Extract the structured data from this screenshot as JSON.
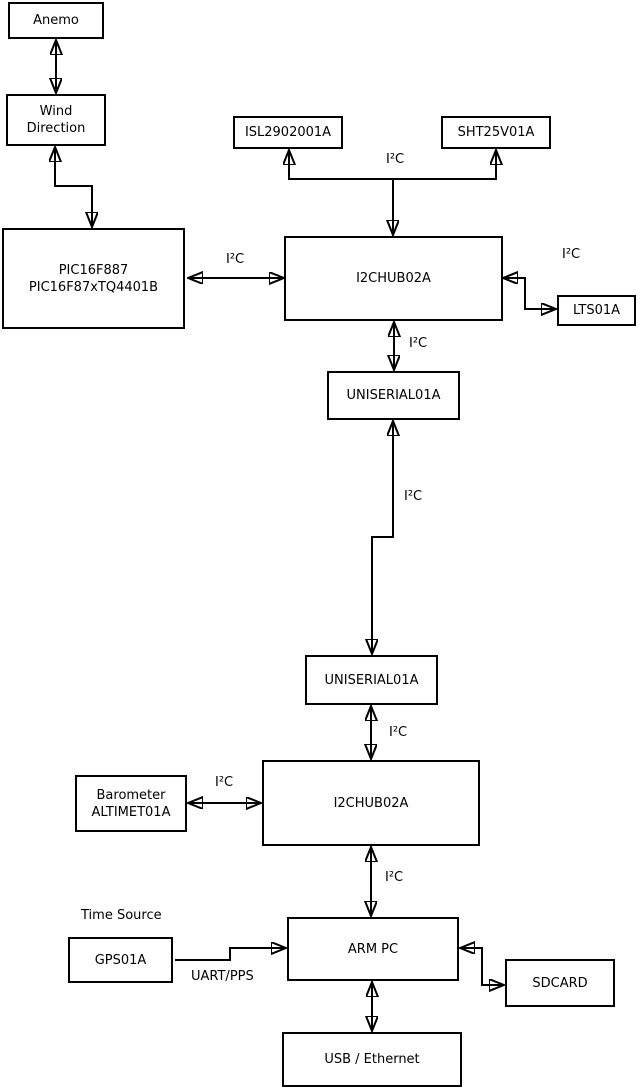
{
  "nodes": {
    "anemo": "Anemo",
    "wind_direction": "Wind\nDirection",
    "pic": "PIC16F887\nPIC16F87xTQ4401B",
    "isl": "ISL2902001A",
    "sht": "SHT25V01A",
    "i2chub_top": "I2CHUB02A",
    "lts": "LTS01A",
    "uniserial_top": "UNISERIAL01A",
    "uniserial_bottom": "UNISERIAL01A",
    "i2chub_bottom": "I2CHUB02A",
    "barometer": "Barometer\nALTIMET01A",
    "gps": "GPS01A",
    "arm_pc": "ARM PC",
    "sdcard": "SDCARD",
    "usb_ethernet": "USB / Ethernet"
  },
  "labels": {
    "i2c_bus_top": "I²C",
    "i2c_pic_hub": "I²C",
    "i2c_hub_lts": "I²C",
    "i2c_hub_uniserial": "I²C",
    "i2c_uniserial_link": "I²C",
    "i2c_uniserial_hub2": "I²C",
    "i2c_barometer": "I²C",
    "i2c_hub2_arm": "I²C",
    "time_source": "Time Source",
    "uart_pps": "UART/PPS"
  },
  "colors": {
    "background": "#ffffff",
    "box_fill": "#ffffff",
    "box_border": "#000000",
    "line": "#000000",
    "text": "#000000"
  }
}
